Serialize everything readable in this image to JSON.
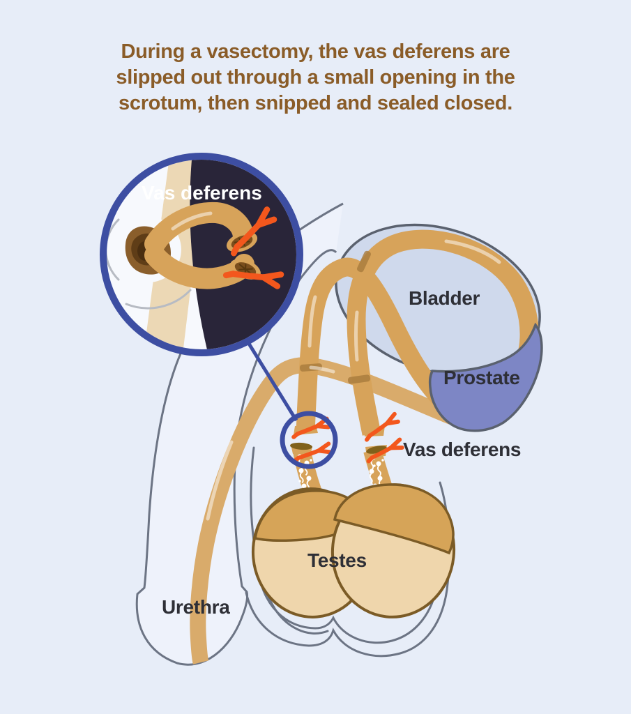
{
  "title_lines": [
    "During a vasectomy, the vas deferens are",
    "slipped out through a small opening in the",
    "scrotum, then snipped and sealed closed."
  ],
  "inset": {
    "label": "Vas deferens"
  },
  "labels": {
    "bladder": "Bladder",
    "prostate": "Prostate",
    "vas_deferens": "Vas deferens",
    "testes": "Testes",
    "urethra": "Urethra"
  },
  "colors": {
    "background": "#e7edf8",
    "body_fill": "#eef2fb",
    "body_outline": "#6c7484",
    "title_text": "#8a5c28",
    "label_text": "#2e2f36",
    "inset_label_text": "#ffffff",
    "inset_outline": "#3d4ea2",
    "inset_dark": "#292539",
    "inset_bg": "#f7f9fd",
    "skin_stripe": "#ecd8b5",
    "ripple_gray": "#b7bbc3",
    "hole_brown": "#8a5e2b",
    "hole_dark": "#5f3d17",
    "tube": "#d7a35a",
    "tube_light": "#d9ab6b",
    "tube_shadow": "#a87a3c",
    "sealed_end": "#80611b",
    "cut_face": "#7a4e1d",
    "snip_orange": "#f3571d",
    "bladder_fill": "#cfd9ec",
    "prostate_fill": "#7d86c5",
    "organ_stroke": "#5a616e",
    "testis_fill": "#efd6ac",
    "epididymis_fill": "#d6a458",
    "testis_stroke": "#7b5b26",
    "sperm_white": "#ffffff"
  }
}
